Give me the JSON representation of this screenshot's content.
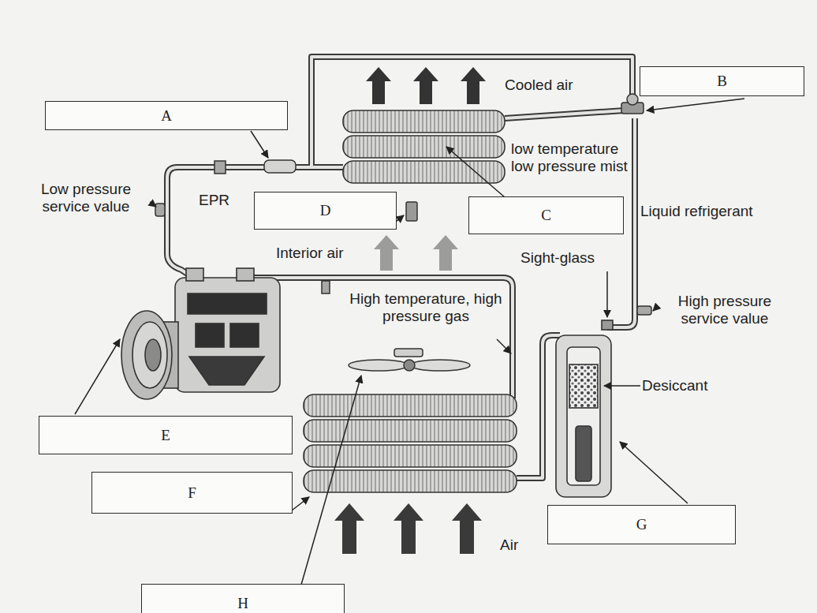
{
  "diagram": {
    "nodes": [
      {
        "text": [
          "A"
        ]
      },
      {
        "text": [
          "B"
        ]
      },
      {
        "text": [
          "C"
        ]
      },
      {
        "text": [
          "D"
        ]
      },
      {
        "text": [
          "E"
        ]
      },
      {
        "text": [
          "F"
        ]
      },
      {
        "text": [
          "G"
        ]
      },
      {
        "text": [
          "H"
        ]
      }
    ],
    "labels": [
      "Cooled air",
      "low temperature low pressure mist",
      "Low pressure service value",
      "EPR",
      "Liquid refrigerant",
      "Interior air",
      "Sight-glass",
      "High pressure service value",
      "High temperature, high pressure gas",
      "Desiccant",
      "Air"
    ]
  }
}
